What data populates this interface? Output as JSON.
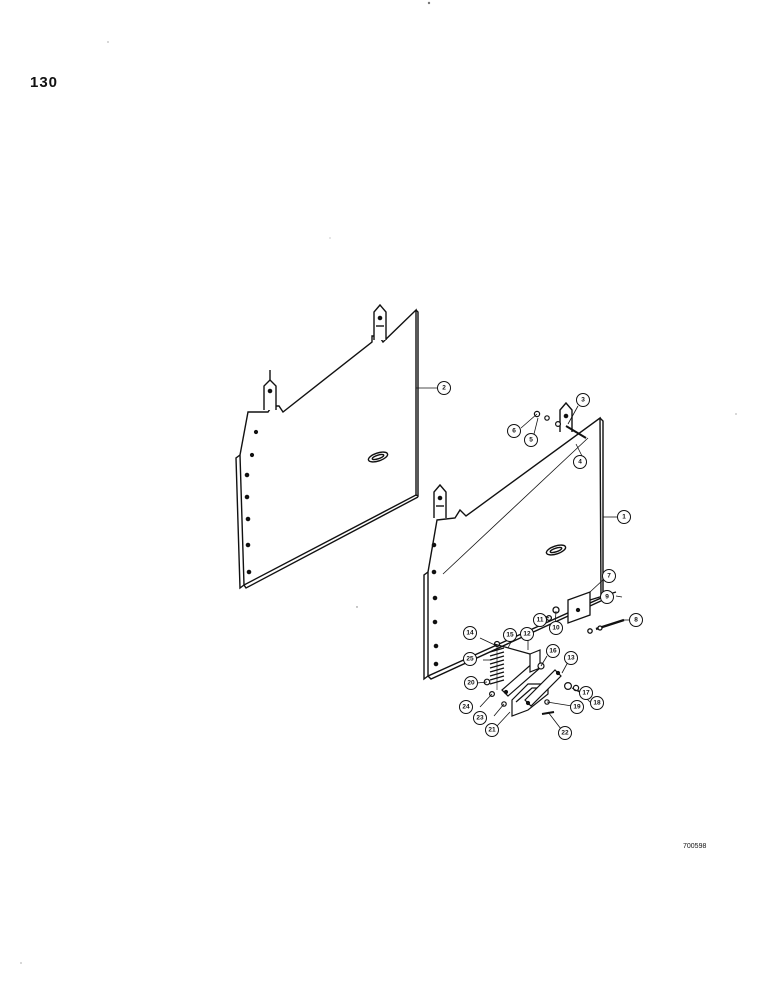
{
  "page": {
    "page_number": "130",
    "drawing_code": "700598"
  },
  "callouts": [
    {
      "id": "c1",
      "label": "1"
    },
    {
      "id": "c2",
      "label": "2"
    },
    {
      "id": "c3",
      "label": "3"
    },
    {
      "id": "c4",
      "label": "4"
    },
    {
      "id": "c5",
      "label": "5"
    },
    {
      "id": "c6",
      "label": "6"
    },
    {
      "id": "c7",
      "label": "7"
    },
    {
      "id": "c8",
      "label": "8"
    },
    {
      "id": "c9",
      "label": "9"
    },
    {
      "id": "c10",
      "label": "10"
    },
    {
      "id": "c11",
      "label": "11"
    },
    {
      "id": "c12",
      "label": "12"
    },
    {
      "id": "c13",
      "label": "13"
    },
    {
      "id": "c14",
      "label": "14"
    },
    {
      "id": "c15",
      "label": "15"
    },
    {
      "id": "c16",
      "label": "16"
    },
    {
      "id": "c17",
      "label": "17"
    },
    {
      "id": "c18",
      "label": "18"
    },
    {
      "id": "c19",
      "label": "19"
    },
    {
      "id": "c20",
      "label": "20"
    },
    {
      "id": "c21",
      "label": "21"
    },
    {
      "id": "c22",
      "label": "22"
    },
    {
      "id": "c23",
      "label": "23"
    },
    {
      "id": "c24",
      "label": "24"
    },
    {
      "id": "c25",
      "label": "25"
    }
  ]
}
